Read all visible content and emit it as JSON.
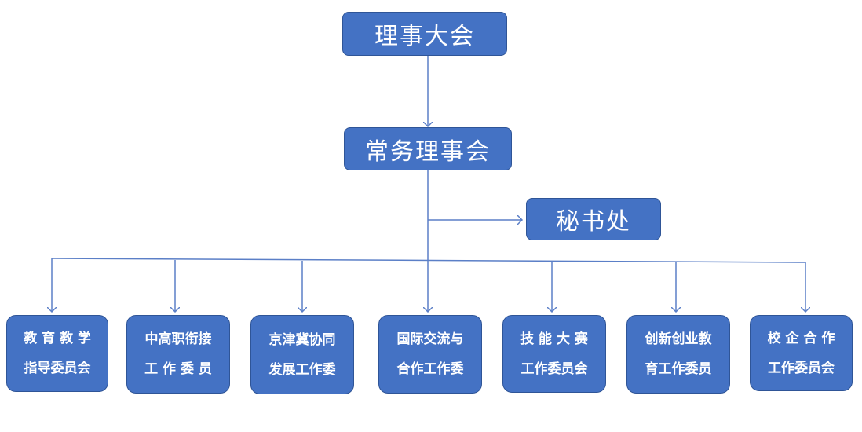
{
  "colors": {
    "box_fill": "#4472c4",
    "box_border": "#2f5597",
    "line": "#5b7fc7",
    "text": "#ffffff"
  },
  "nodes": {
    "council": "理事大会",
    "standing": "常务理事会",
    "secretariat": "秘书处",
    "committees": [
      {
        "line1": "教 育 教 学",
        "line2": "指导委员会"
      },
      {
        "line1": "中高职衔接",
        "line2": "工 作 委 员"
      },
      {
        "line1": "京津冀协同",
        "line2": "发展工作委"
      },
      {
        "line1": "国际交流与",
        "line2": "合作工作委"
      },
      {
        "line1": "技 能 大 赛",
        "line2": "工作委员会"
      },
      {
        "line1": "创新创业教",
        "line2": "育工作委员"
      },
      {
        "line1": "校 企 合 作",
        "line2": "工作委员会"
      }
    ]
  }
}
